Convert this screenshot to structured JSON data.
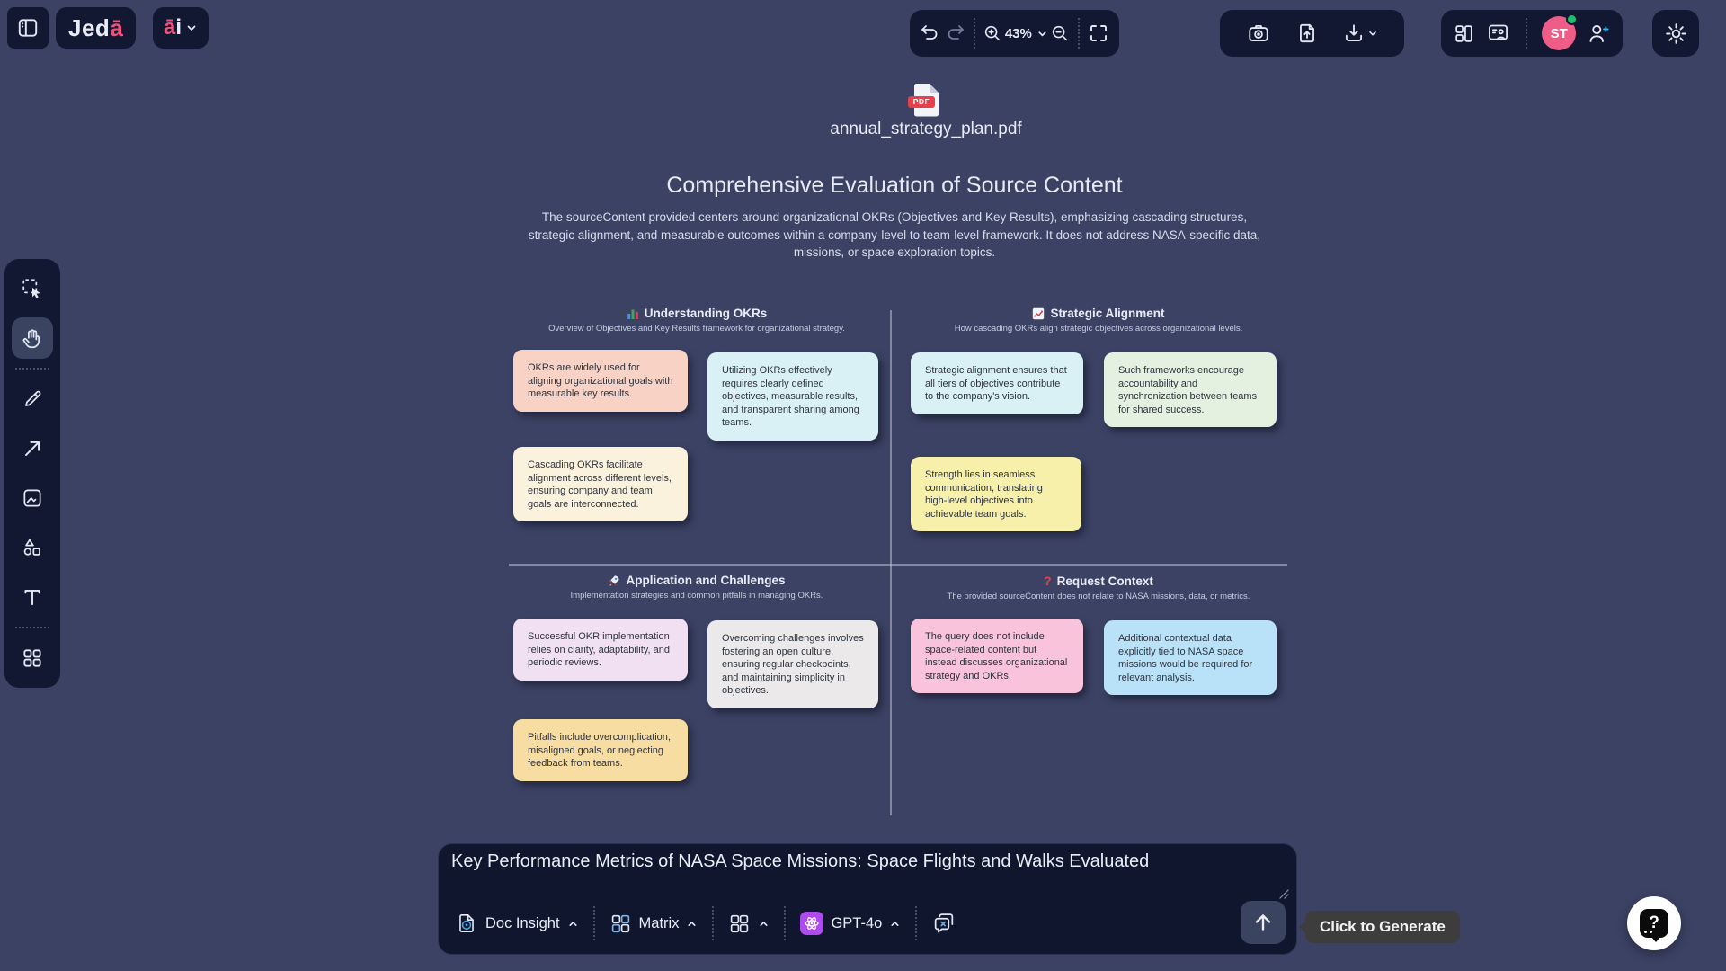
{
  "brand": {
    "logo_main": "Jed",
    "logo_accent": "ā",
    "ai_accent": "ā",
    "ai_rest": "i"
  },
  "toolbar": {
    "zoom_level": "43%"
  },
  "user": {
    "initials": "ST"
  },
  "file": {
    "name": "annual_strategy_plan.pdf",
    "type_badge": "PDF"
  },
  "board": {
    "title": "Comprehensive Evaluation of Source Content",
    "description": "The sourceContent provided centers around organizational OKRs (Objectives and Key Results), emphasizing cascading structures, strategic alignment, and measurable outcomes within a company-level to team-level framework. It does not address NASA-specific data, missions, or space exploration topics.",
    "quadrants": [
      {
        "title": "Understanding OKRs",
        "subtitle": "Overview of Objectives and Key Results framework for organizational strategy.",
        "icon": "bar-chart",
        "notes": [
          {
            "text": "OKRs are widely used for aligning organizational goals with measurable key results.",
            "color": "#f8d3c5"
          },
          {
            "text": "Utilizing OKRs effectively requires clearly defined objectives, measurable results, and transparent sharing among teams.",
            "color": "#d9f1f4"
          },
          {
            "text": "Cascading OKRs facilitate alignment across different levels, ensuring company and team goals are interconnected.",
            "color": "#fbf2de"
          }
        ]
      },
      {
        "title": "Strategic Alignment",
        "subtitle": "How cascading OKRs align strategic objectives across organizational levels.",
        "icon": "line-chart",
        "notes": [
          {
            "text": "Strategic alignment ensures that all tiers of objectives contribute to the company's vision.",
            "color": "#d9f0f4"
          },
          {
            "text": "Such frameworks encourage accountability and synchronization between teams for shared success.",
            "color": "#e4f1e0"
          },
          {
            "text": "Strength lies in seamless communication, translating high-level objectives into achievable team goals.",
            "color": "#f7f0ab"
          }
        ]
      },
      {
        "title": "Application and Challenges",
        "subtitle": "Implementation strategies and common pitfalls in managing OKRs.",
        "icon": "rocket",
        "notes": [
          {
            "text": "Successful OKR implementation relies on clarity, adaptability, and periodic reviews.",
            "color": "#f0e0f2"
          },
          {
            "text": "Overcoming challenges involves fostering an open culture, ensuring regular checkpoints, and maintaining simplicity in objectives.",
            "color": "#ebe9e9"
          },
          {
            "text": "Pitfalls include overcomplication, misaligned goals, or neglecting feedback from teams.",
            "color": "#f8dda3"
          }
        ]
      },
      {
        "title": "Request Context",
        "subtitle": "The provided sourceContent does not relate to NASA missions, data, or metrics.",
        "icon": "question-mark",
        "notes": [
          {
            "text": "The query does not include space-related content but instead discusses organizational strategy and OKRs.",
            "color": "#f9c3db"
          },
          {
            "text": "Additional contextual data explicitly tied to NASA space missions would be required for relevant analysis.",
            "color": "#b9e2f8"
          }
        ]
      }
    ]
  },
  "prompt": {
    "value": "Key Performance Metrics of NASA Space Missions: Space Flights and Walks Evaluated",
    "doc_insight_label": "Doc Insight",
    "matrix_label": "Matrix",
    "model_label": "GPT-4o",
    "generate_tooltip": "Click to Generate"
  },
  "colors": {
    "canvas_bg": "#3C4264",
    "panel_bg": "#121831",
    "brand_pink": "#F2517C",
    "avatar_pink": "#EE5D88",
    "online_green": "#1DBE6E",
    "add_blue": "#37B6F5",
    "doc_blue": "#4E9FDC",
    "gpt_purple": "#AE4BEE",
    "tooltip_bg": "#3D3D3D",
    "pdf_red": "#E5404B"
  }
}
